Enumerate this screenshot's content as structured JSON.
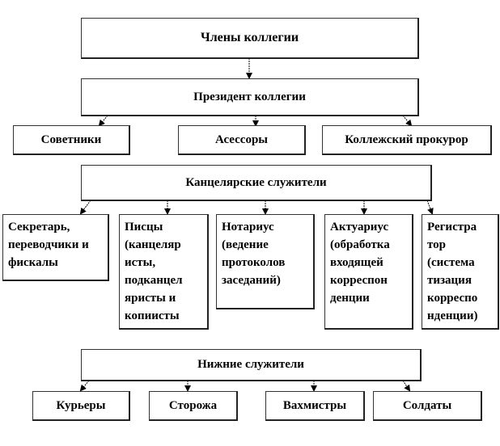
{
  "title": "Члены коллегии",
  "president": "Президент коллегии",
  "level2": [
    "Советники",
    "Асессоры",
    "Коллежский прокурор"
  ],
  "chancery": "Канцелярские служители",
  "chancery_items": [
    "Секретарь, переводчики и фискалы",
    "Писцы (канцеляр исты, подканцел яристы и копиисты",
    "Нотариус (ведение протоколов заседаний)",
    "Актуариус (обработка входящей корреспон денции",
    "Регистра тор (система тизация корреспо нденции)"
  ],
  "lower": "Нижние служители",
  "lower_items": [
    "Курьеры",
    "Сторожа",
    "Вахмистры",
    "Солдаты"
  ]
}
